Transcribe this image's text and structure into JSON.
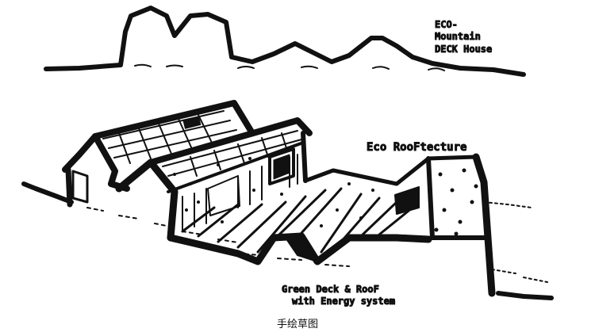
{
  "labels": {
    "title_line1": "ECO-",
    "title_line2": "Mountain",
    "title_line3": "DECK House",
    "rooftecture": "Eco RooFtecture",
    "deck_line1": "Green Deck & RooF",
    "deck_line2": "with Energy system"
  },
  "caption": "手绘草图"
}
